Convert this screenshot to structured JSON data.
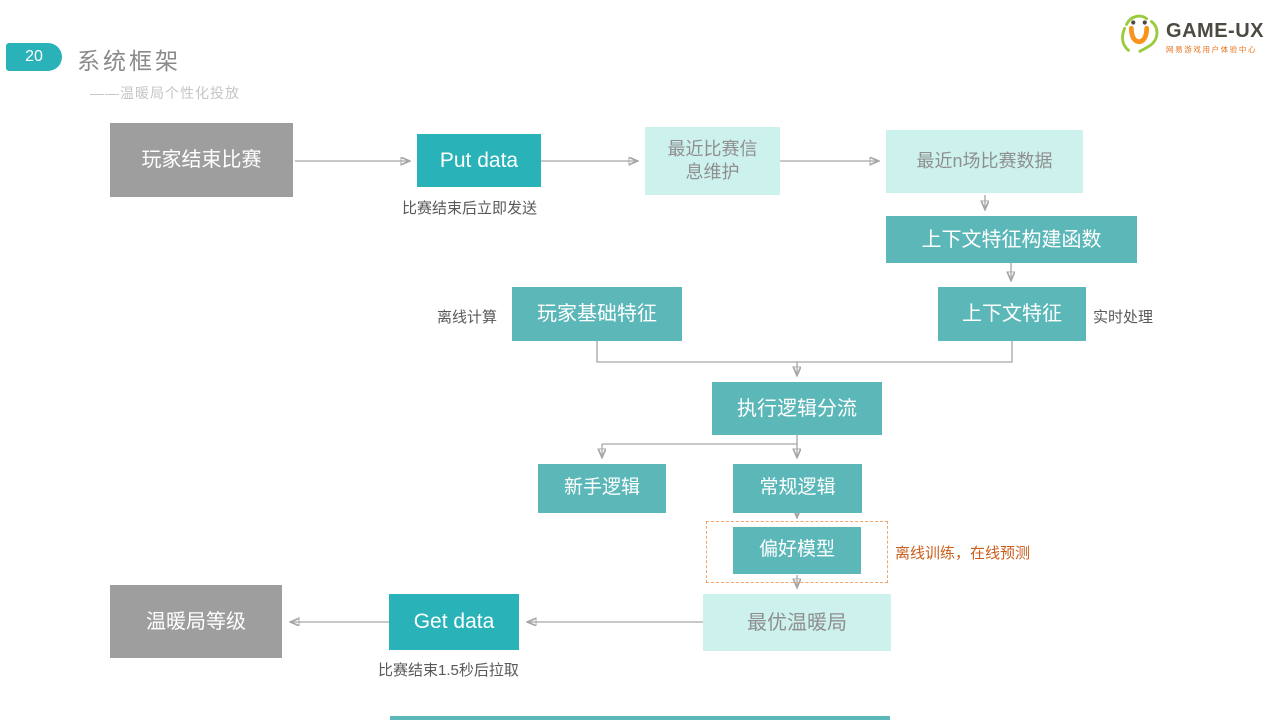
{
  "page": {
    "number": "20",
    "title": "系统框架",
    "subtitle": "——温暖局个性化投放"
  },
  "logo": {
    "name": "GAME-UX",
    "tagline": "网易游戏用户体验中心"
  },
  "colors": {
    "teal_bright": "#29b2b8",
    "teal": "#5cb7b9",
    "cyan_light": "#cdf2ee",
    "gray_box": "#9e9e9e",
    "text_gray": "#8f8f8f",
    "annotation": "#595959",
    "orange": "#cb5e1c",
    "orange_border": "#f2a469",
    "line": "#a6a6a6"
  },
  "flow": {
    "nodes": {
      "player_end_match": "玩家结束比赛",
      "put_data": "Put data",
      "recent_match_info": "最近比赛信\n息维护",
      "recent_n_matches": "最近n场比赛数据",
      "context_feature_builder": "上下文特征构建函数",
      "player_base_feature": "玩家基础特征",
      "context_feature": "上下文特征",
      "logic_split": "执行逻辑分流",
      "newbie_logic": "新手逻辑",
      "regular_logic": "常规逻辑",
      "preference_model": "偏好模型",
      "best_warm_match": "最优温暖局",
      "get_data": "Get data",
      "warm_match_level": "温暖局等级"
    },
    "annotations": {
      "put_note": "比赛结束后立即发送",
      "get_note": "比赛结束1.5秒后拉取",
      "offline_calc": "离线计算",
      "realtime": "实时处理",
      "train_note": "离线训练，在线预测"
    }
  }
}
